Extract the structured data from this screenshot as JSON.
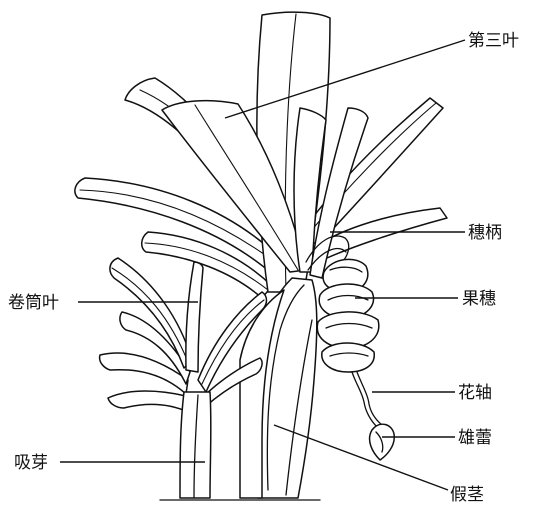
{
  "labels": {
    "third_leaf": "第三叶",
    "spike_stalk": "穗柄",
    "fruit_spike": "果穗",
    "rolled_leaf": "卷筒叶",
    "flower_axis": "花轴",
    "male_bud": "雄蕾",
    "sucker": "吸芽",
    "pseudostem": "假茎"
  }
}
